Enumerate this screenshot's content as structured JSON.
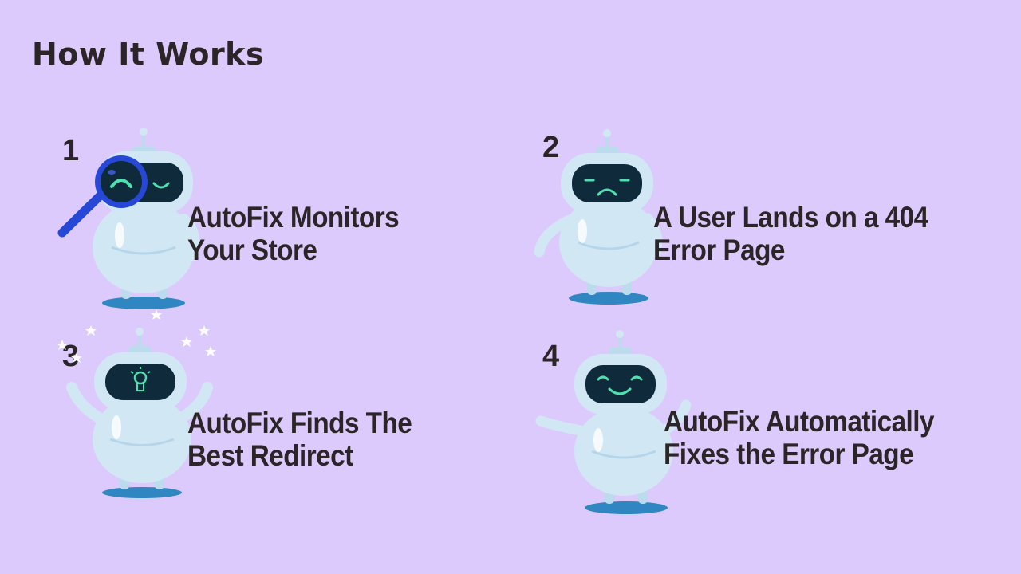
{
  "page": {
    "title": "How It Works"
  },
  "steps": [
    {
      "number": "1",
      "line1": "AutoFix Monitors",
      "line2": "Your Store",
      "robot": "robot-with-magnifier"
    },
    {
      "number": "2",
      "line1": "A User Lands on a 404",
      "line2": "Error Page",
      "robot": "sad-robot"
    },
    {
      "number": "3",
      "line1": "AutoFix Finds The",
      "line2": "Best Redirect",
      "robot": "robot-lightbulb-idea"
    },
    {
      "number": "4",
      "line1": "AutoFix Automatically",
      "line2": "Fixes the Error Page",
      "robot": "happy-robot"
    }
  ],
  "colors": {
    "background": "#dccafd",
    "text": "#2b2528",
    "robot_body": "#d2e7f4",
    "robot_shade": "#a9d2e8",
    "screen": "#0e2a3b",
    "face_glow": "#4fe0b0",
    "shadow": "#2f86c0",
    "magnifier": "#2748d6"
  }
}
